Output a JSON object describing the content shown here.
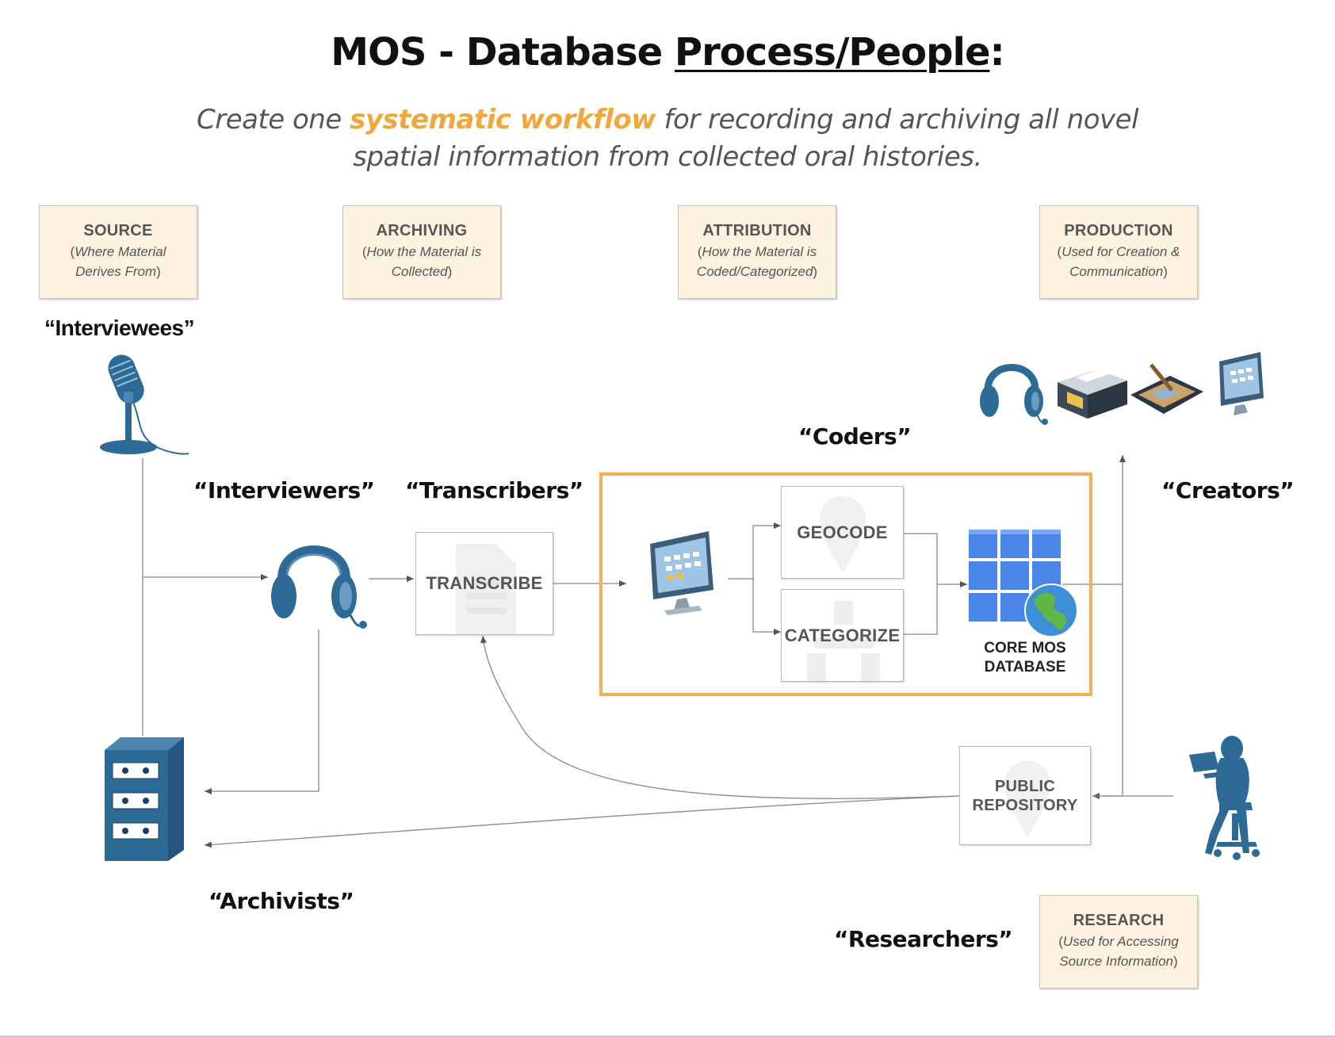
{
  "title": {
    "prefix": "MOS - Database ",
    "underlined": "Process/People",
    "suffix": ":"
  },
  "subtitle": {
    "before": "Create one ",
    "highlight": "systematic workflow",
    "after_line1": " for recording and archiving all novel",
    "line2": "spatial information from collected oral histories."
  },
  "stages": {
    "source": {
      "title": "SOURCE",
      "open": "(",
      "desc_line1": "Where Material",
      "desc_line2": "Derives From",
      "close": ")"
    },
    "archiving": {
      "title": "ARCHIVING",
      "open": "(",
      "desc_line1": "How the Material is",
      "desc_line2": "Collected",
      "close": ")"
    },
    "attribution": {
      "title": "ATTRIBUTION",
      "open": "(",
      "desc_line1": "How the Material is",
      "desc_line2": "Coded/Categorized",
      "close": ")"
    },
    "production": {
      "title": "PRODUCTION",
      "open": "(",
      "desc_line1": "Used for Creation &",
      "desc_line2": "Communication",
      "close": ")"
    },
    "research": {
      "title": "RESEARCH",
      "open": "(",
      "desc_line1": "Used for Accessing",
      "desc_line2": "Source Information",
      "close": ")"
    }
  },
  "roles": {
    "interviewees": "“Interviewees”",
    "interviewers": "“Interviewers”",
    "transcribers": "“Transcribers”",
    "coders": "“Coders”",
    "creators": "“Creators”",
    "archivists": "“Archivists”",
    "researchers": "“Researchers”"
  },
  "process": {
    "transcribe": "TRANSCRIBE",
    "geocode": "GEOCODE",
    "categorize": "CATEGORIZE",
    "database_line1": "CORE MOS",
    "database_line2": "DATABASE",
    "public_line1": "PUBLIC",
    "public_line2": "REPOSITORY"
  },
  "icons": [
    "microphone-icon",
    "headphones-icon",
    "computer-monitor-icon",
    "database-grid-icon",
    "globe-icon",
    "file-cabinet-icon",
    "researcher-laptop-icon",
    "printer-icon",
    "tablet-map-icon"
  ],
  "colors": {
    "icon_blue": "#2e6a96",
    "highlight": "#f0a83c",
    "frame": "#f0b256",
    "stage_fill": "#fcf2df",
    "db_tile": "#4a86e8"
  }
}
